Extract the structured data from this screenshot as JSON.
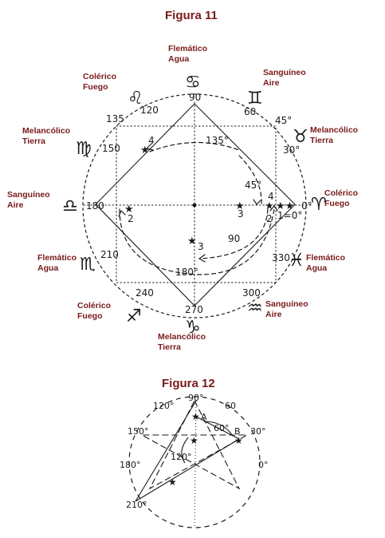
{
  "figure11": {
    "title": "Figura 11",
    "labels": [
      {
        "id": "cancer",
        "l1": "Flemático",
        "l2": "Agua"
      },
      {
        "id": "gemini",
        "l1": "Sanguíneo",
        "l2": "Aire"
      },
      {
        "id": "taurus",
        "l1": "Melancólico",
        "l2": "Tierra"
      },
      {
        "id": "aries",
        "l1": "Colérico",
        "l2": "Fuego"
      },
      {
        "id": "pisces",
        "l1": "Flemático",
        "l2": "Agua"
      },
      {
        "id": "aquarius",
        "l1": "Sanguíneo",
        "l2": "Aire"
      },
      {
        "id": "capricorn",
        "l1": "Melancólico",
        "l2": "Tierra"
      },
      {
        "id": "sagittarius",
        "l1": "Colérico",
        "l2": "Fuego"
      },
      {
        "id": "scorpio",
        "l1": "Flemático",
        "l2": "Agua"
      },
      {
        "id": "libra",
        "l1": "Sanguíneo",
        "l2": "Aire"
      },
      {
        "id": "virgo",
        "l1": "Melancólico",
        "l2": "Tierra"
      },
      {
        "id": "leo",
        "l1": "Colérico",
        "l2": "Fuego"
      }
    ],
    "degrees": {
      "d90": "90",
      "d60": "60",
      "d45": "45°",
      "d30": "30°",
      "d0": "0°",
      "d330": "330",
      "d300": "300",
      "d270": "270",
      "d240": "240",
      "d210": "210",
      "d180": "180",
      "d150": "150",
      "d135": "135",
      "d120": "120",
      "arc135": "135°",
      "arc45": "45°",
      "arc90": "90",
      "arc180": "180°",
      "eq": "1=0°",
      "m2": "2",
      "m3": "3",
      "m4": "4",
      "s1": "1",
      "s2": "2",
      "s3": "3",
      "s4": "4",
      "s2b": "2",
      "s3b": "3"
    }
  },
  "figure12": {
    "title": "Figura 12",
    "degrees": {
      "d90": "90°",
      "d60": "60",
      "d30": "30°",
      "d0": "0°",
      "d120": "120°",
      "d150": "150°",
      "d180": "180°",
      "d210": "210°",
      "g60": "60°",
      "g120": "120°",
      "A": "A",
      "B": "B"
    }
  },
  "colors": {
    "label": "#7a1a1a",
    "ink": "#1a1a1a"
  }
}
